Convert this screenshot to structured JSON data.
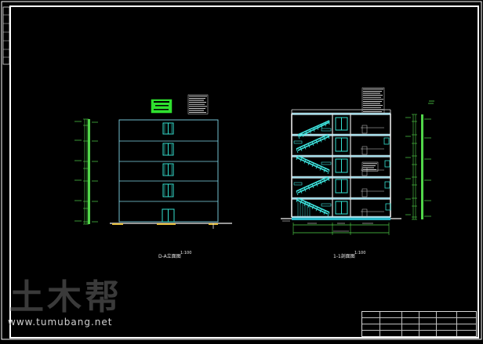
{
  "drawing": {
    "left_view_title": "D-A立面图",
    "left_view_scale": "1:100",
    "right_view_title": "1-1剖面图",
    "right_view_scale": "1:100"
  },
  "watermark": {
    "brand": "土木帮",
    "url": "www.tumubang.net"
  },
  "colors": {
    "background": "#000000",
    "frame": "#ffffff",
    "outline": "#7fd6e6",
    "window": "#33e0d0",
    "stair": "#3fe6e0",
    "dimension": "#52d64a",
    "ground": "#e8c040",
    "annotation_green": "#2fe02f"
  }
}
